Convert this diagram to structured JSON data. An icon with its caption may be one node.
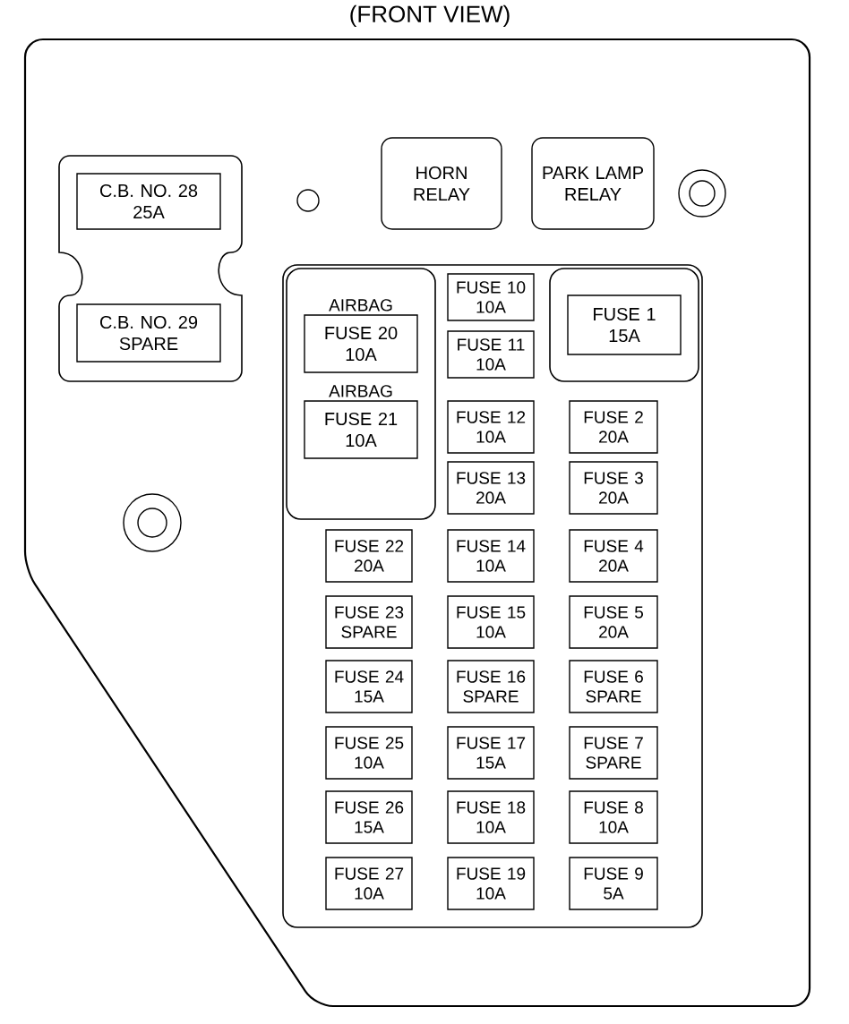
{
  "diagram": {
    "title": "(FRONT VIEW)",
    "nodes": [
      {
        "text": [],
        "shape": "box"
      },
      {
        "text": [
          "C.B. NO. 28",
          "25A"
        ],
        "in": 0
      },
      {
        "text": [
          "C.B. NO. 29",
          "SPARE"
        ],
        "in": 0
      },
      {
        "text": [
          "HORN RELAY"
        ]
      },
      {
        "text": [
          "PARK LAMP RELAY"
        ]
      },
      {
        "text": [],
        "shape": "box",
        "in": 8
      },
      {
        "text": [
          "AIRBAG",
          "FUSE 20",
          "10A"
        ],
        "in": 5
      },
      {
        "text": [
          "AIRBAG",
          "FUSE 21",
          "10A"
        ],
        "in": 5
      },
      {
        "text": [],
        "shape": "box"
      },
      {
        "text": [],
        "shape": "box",
        "in": 8
      },
      {
        "text": [
          "FUSE 1",
          "15A"
        ],
        "in": 9
      },
      {
        "text": [
          "FUSE 10",
          "10A"
        ],
        "in": 8
      },
      {
        "text": [
          "FUSE 11",
          "10A"
        ],
        "in": 8
      },
      {
        "text": [
          "FUSE 12",
          "10A"
        ],
        "in": 8
      },
      {
        "text": [
          "FUSE 2",
          "20A"
        ],
        "in": 8
      },
      {
        "text": [
          "FUSE 13",
          "20A"
        ],
        "in": 8
      },
      {
        "text": [
          "FUSE 3",
          "20A"
        ],
        "in": 8
      },
      {
        "text": [
          "FUSE 22",
          "20A"
        ],
        "in": 8
      },
      {
        "text": [
          "FUSE 14",
          "10A"
        ],
        "in": 8
      },
      {
        "text": [
          "FUSE 4",
          "20A"
        ],
        "in": 8
      },
      {
        "text": [
          "FUSE 23",
          "SPARE"
        ],
        "in": 8
      },
      {
        "text": [
          "FUSE 15",
          "10A"
        ],
        "in": 8
      },
      {
        "text": [
          "FUSE 5",
          "20A"
        ],
        "in": 8
      },
      {
        "text": [
          "FUSE 24",
          "15A"
        ],
        "in": 8
      },
      {
        "text": [
          "FUSE 16",
          "SPARE"
        ],
        "in": 8
      },
      {
        "text": [
          "FUSE 6",
          "SPARE"
        ],
        "in": 8
      },
      {
        "text": [
          "FUSE 25",
          "10A"
        ],
        "in": 8
      },
      {
        "text": [
          "FUSE 17",
          "15A"
        ],
        "in": 8
      },
      {
        "text": [
          "FUSE 7",
          "SPARE"
        ],
        "in": 8
      },
      {
        "text": [
          "FUSE 26",
          "15A"
        ],
        "in": 8
      },
      {
        "text": [
          "FUSE 18",
          "10A"
        ],
        "in": 8
      },
      {
        "text": [
          "FUSE 8",
          "10A"
        ],
        "in": 8
      },
      {
        "text": [
          "FUSE 27",
          "10A"
        ],
        "in": 8
      },
      {
        "text": [
          "FUSE 19",
          "10A"
        ],
        "in": 8
      },
      {
        "text": [
          "FUSE 9",
          "5A"
        ],
        "in": 8
      }
    ]
  }
}
